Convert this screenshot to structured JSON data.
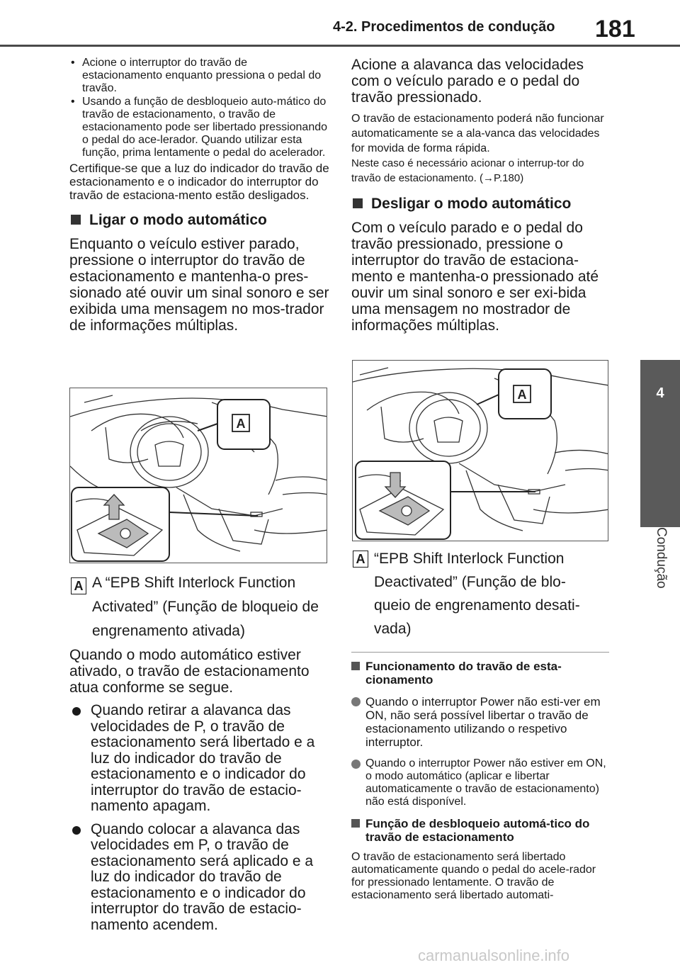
{
  "header": {
    "section_title": "4-2. Procedimentos de condução",
    "page_number": "181"
  },
  "side_tab": {
    "number": "4",
    "label": "Condução"
  },
  "left": {
    "bullets_small": [
      "Acione o interruptor do travão de estacionamento enquanto pressiona o pedal do travão.",
      "Usando a função de desbloqueio auto-mático do travão de estacionamento, o travão de estacionamento pode ser libertado pressionando o pedal do ace-lerador. Quando utilizar esta função, prima lentamente o pedal do acelerador."
    ],
    "para1": "Certifique-se que a luz do indicador do travão de estacionamento e o indicador do interruptor do travão de estaciona-mento estão desligados.",
    "heading1": "Ligar o modo automático",
    "para2": "Enquanto o veículo estiver parado, pressione o interruptor do travão de estacionamento e mantenha-o pres-sionado até ouvir um sinal sonoro e ser exibida uma mensagem no mos-trador de informações múltiplas.",
    "figure_label": "A",
    "caption_marker": "A",
    "caption": "A “EPB Shift Interlock Function Activated” (Função de bloqueio de engrenamento ativada)",
    "para3": "Quando o modo automático estiver ativado, o travão de estacionamento atua conforme se segue.",
    "bullets_big": [
      "Quando retirar a alavanca das velocidades de P, o travão de estacionamento será libertado e a luz do indicador do travão de estacionamento e o indicador do interruptor do travão de estacio-namento apagam.",
      "Quando colocar a alavanca das velocidades em P, o travão de estacionamento será aplicado e a luz do indicador do travão de estacionamento e o indicador do interruptor do travão de estacio-namento acendem."
    ]
  },
  "right": {
    "para1": "Acione a alavanca das velocidades com o veículo parado e o pedal do travão pressionado.",
    "small1": "O travão de estacionamento poderá não funcionar automaticamente se a ala-vanca das velocidades for movida de forma rápida.",
    "small2": "Neste caso é necessário acionar o interrup-tor do travão de estacionamento. (→P.180)",
    "heading1": "Desligar o modo automático",
    "para2": "Com o veículo parado e o pedal do travão pressionado, pressione o interruptor do travão de estaciona-mento e mantenha-o pressionado até ouvir um sinal sonoro e ser exi-bida uma mensagem no mostrador de informações múltiplas.",
    "figure_label": "A",
    "caption_marker": "A",
    "caption": "“EPB Shift Interlock Function Deactivated” (Função de blo-queio de engrenamento desati-vada)",
    "sub_heading1": "Funcionamento do travão de esta-cionamento",
    "gray_bullets": [
      "Quando o interruptor Power não esti-ver em ON, não será possível libertar o travão de estacionamento utilizando o respetivo interruptor.",
      "Quando o interruptor Power não estiver em ON, o modo automático (aplicar e libertar automaticamente o travão de estacionamento) não está disponível."
    ],
    "sub_heading2": "Função de desbloqueio automá-tico do travão de estacionamento",
    "para3": "O travão de estacionamento será libertado automaticamente quando o pedal do acele-rador for pressionado lentamente. O travão de estacionamento será libertado automati-"
  },
  "watermark": "carmanualsonline.info"
}
